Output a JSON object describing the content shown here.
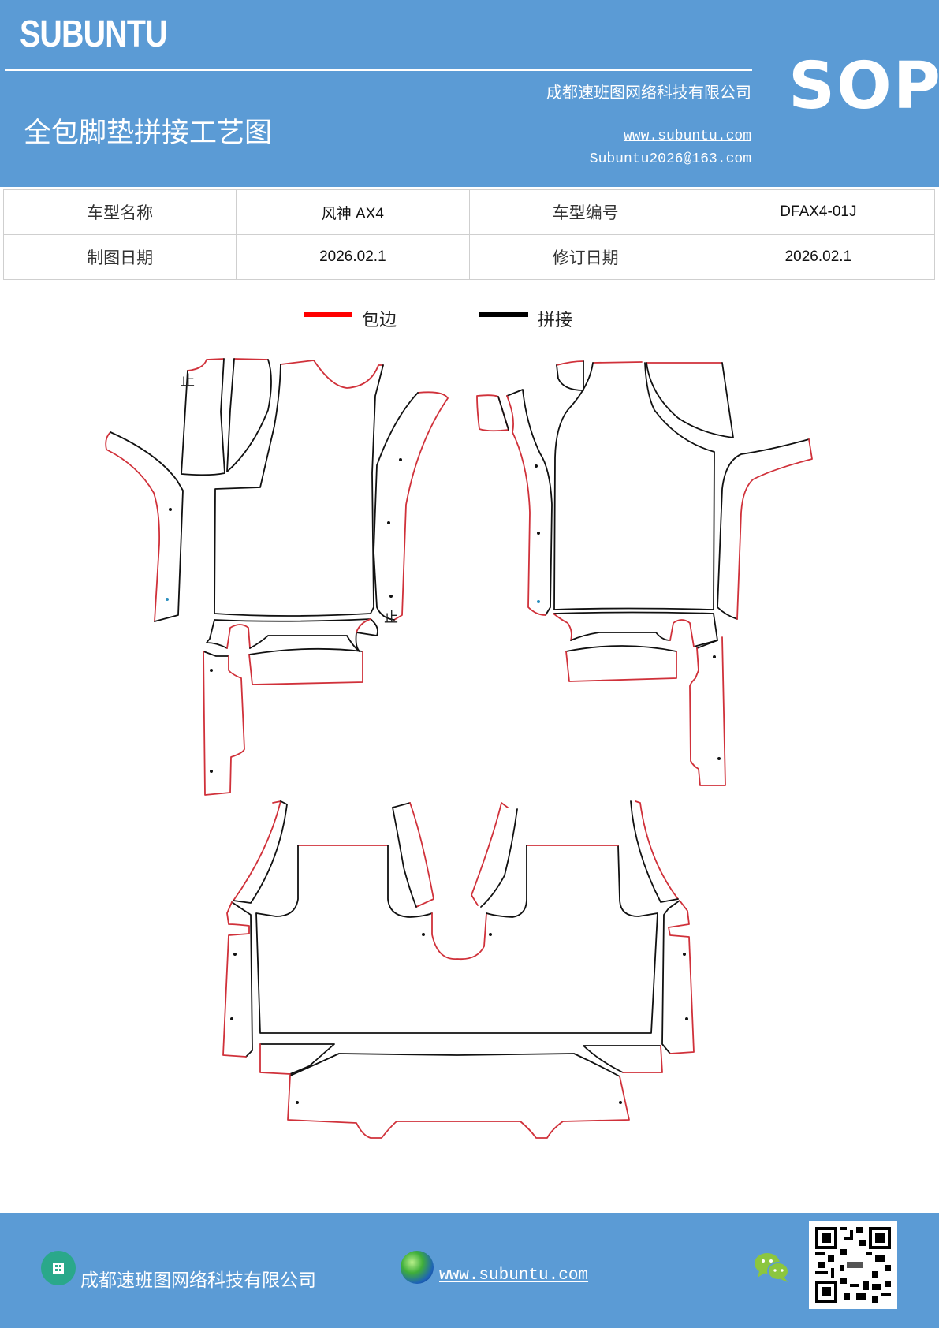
{
  "header": {
    "brand": "SUBUNTU",
    "title": "全包脚垫拼接工艺图",
    "company": "成都速班图网络科技有限公司",
    "website": "www.subuntu.com",
    "email": "Subuntu2026@163.com",
    "badge": "SOP",
    "background_color": "#5b9bd5"
  },
  "info_table": {
    "rows": [
      [
        {
          "label": "车型名称",
          "value": "风神 AX4"
        },
        {
          "label": "车型编号",
          "value": "DFAX4-01J"
        }
      ],
      [
        {
          "label": "制图日期",
          "value": "2026.02.1"
        },
        {
          "label": "修订日期",
          "value": "2026.02.1"
        }
      ]
    ]
  },
  "legend": {
    "items": [
      {
        "label": "包边",
        "color": "#ff0000"
      },
      {
        "label": "拼接",
        "color": "#000000"
      }
    ]
  },
  "diagram": {
    "marks": [
      "止",
      "止"
    ],
    "edge_colors": {
      "binding": "#d0313a",
      "seam": "#111111"
    }
  },
  "footer": {
    "company": "成都速班图网络科技有限公司",
    "website": "www.subuntu.com",
    "icons": [
      "building-icon",
      "globe-icon",
      "wechat-icon",
      "qr-code"
    ]
  }
}
